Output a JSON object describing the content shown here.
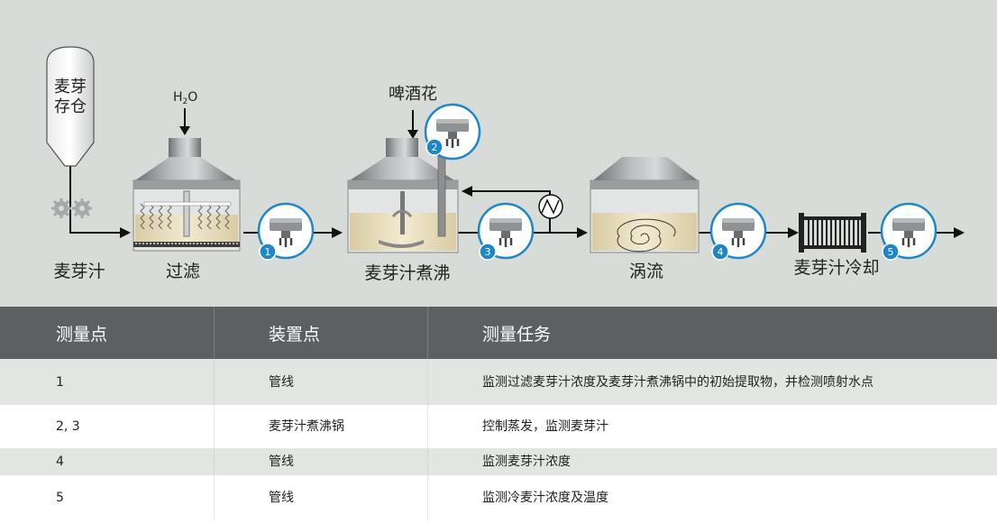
{
  "diagram": {
    "malt_silo_line1": "麦芽",
    "malt_silo_line2": "存仓",
    "water_label_main": "H",
    "water_label_sub": "2",
    "water_label_end": "O",
    "hops_label": "啤酒花",
    "stage_labels": {
      "wort": "麦芽汁",
      "filtration": "过滤",
      "boiling": "麦芽汁煮沸",
      "whirlpool": "涡流",
      "cooling": "麦芽汁冷却"
    },
    "sensor_numbers": [
      "1",
      "2",
      "3",
      "4",
      "5"
    ],
    "colors": {
      "background": "#d8dcd8",
      "vessel_grey": "#8a8c8e",
      "wort_fill": "#ece2c2",
      "sensor_blue": "#1f87c8"
    }
  },
  "table": {
    "headers": [
      "测量点",
      "装置点",
      "测量任务"
    ],
    "rows": [
      {
        "point": "1",
        "location": "管线",
        "task": "监测过滤麦芽汁浓度及麦芽汁煮沸锅中的初始提取物，并检测喷射水点"
      },
      {
        "point": "2, 3",
        "location": "麦芽汁煮沸锅",
        "task": "控制蒸发，监测麦芽汁"
      },
      {
        "point": "4",
        "location": "管线",
        "task": "监测麦芽汁浓度"
      },
      {
        "point": "5",
        "location": "管线",
        "task": "监测冷麦汁浓度及温度"
      }
    ]
  }
}
